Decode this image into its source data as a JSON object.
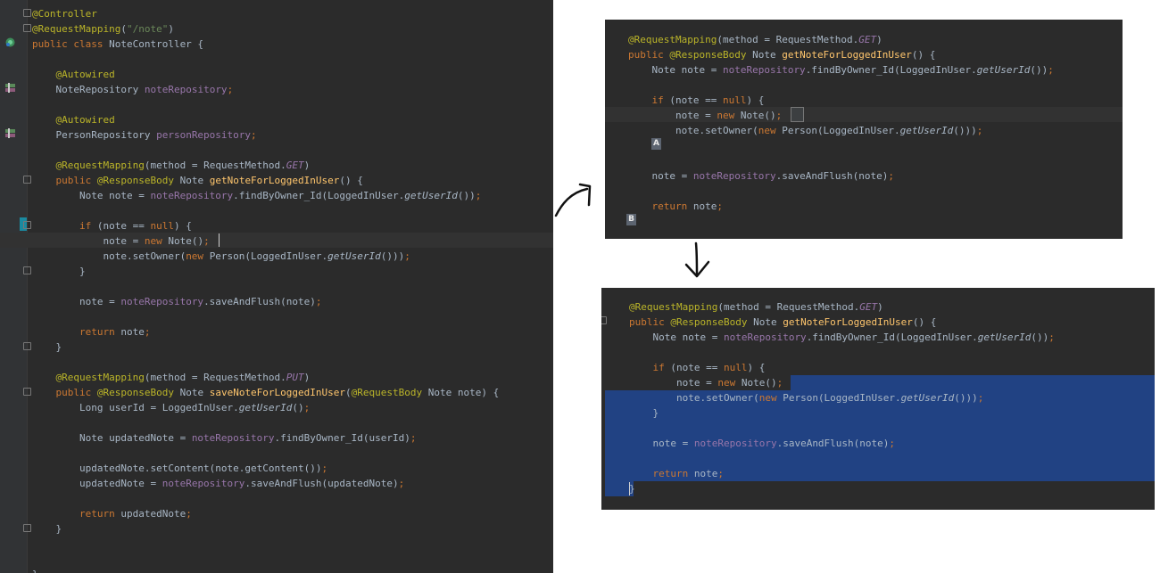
{
  "editor": {
    "lines": [
      [
        [
          "an",
          "@Controller"
        ]
      ],
      [
        [
          "an",
          "@RequestMapping"
        ],
        [
          "pl",
          "("
        ],
        [
          "st",
          "\"/note\""
        ],
        [
          "pl",
          ")"
        ]
      ],
      [
        [
          "kw",
          "public class "
        ],
        [
          "pl",
          "NoteController {"
        ]
      ],
      [],
      [
        [
          "an",
          "    @Autowired"
        ]
      ],
      [
        [
          "pl",
          "    NoteRepository "
        ],
        [
          "fd",
          "noteRepository"
        ],
        [
          "kw",
          ";"
        ]
      ],
      [],
      [
        [
          "an",
          "    @Autowired"
        ]
      ],
      [
        [
          "pl",
          "    PersonRepository "
        ],
        [
          "fd",
          "personRepository"
        ],
        [
          "kw",
          ";"
        ]
      ],
      [],
      [
        [
          "an",
          "    @RequestMapping"
        ],
        [
          "pl",
          "(method = RequestMethod."
        ],
        [
          "fdi",
          "GET"
        ],
        [
          "pl",
          ")"
        ]
      ],
      [
        [
          "kw",
          "    public "
        ],
        [
          "an",
          "@ResponseBody "
        ],
        [
          "pl",
          "Note "
        ],
        [
          "mi",
          "getNoteForLoggedInUser"
        ],
        [
          "pl",
          "() {"
        ]
      ],
      [
        [
          "pl",
          "        Note note = "
        ],
        [
          "fd",
          "noteRepository"
        ],
        [
          "pl",
          ".findByOwner_Id(LoggedInUser."
        ],
        [
          "it",
          "getUserId"
        ],
        [
          "pl",
          "())"
        ],
        [
          "kw",
          ";"
        ]
      ],
      [],
      [
        [
          "kw",
          "        if "
        ],
        [
          "pl",
          "(note == "
        ],
        [
          "kw",
          "null"
        ],
        [
          "pl",
          ") {"
        ]
      ],
      [
        [
          "pl",
          "            note = "
        ],
        [
          "kw",
          "new "
        ],
        [
          "pl",
          "Note()"
        ],
        [
          "kw",
          ";"
        ]
      ],
      [
        [
          "pl",
          "            note.setOwner("
        ],
        [
          "kw",
          "new "
        ],
        [
          "pl",
          "Person(LoggedInUser."
        ],
        [
          "it",
          "getUserId"
        ],
        [
          "pl",
          "()))"
        ],
        [
          "kw",
          ";"
        ]
      ],
      [
        [
          "pl",
          "        }"
        ]
      ],
      [],
      [
        [
          "pl",
          "        note = "
        ],
        [
          "fd",
          "noteRepository"
        ],
        [
          "pl",
          ".saveAndFlush(note)"
        ],
        [
          "kw",
          ";"
        ]
      ],
      [],
      [
        [
          "kw",
          "        return "
        ],
        [
          "pl",
          "note"
        ],
        [
          "kw",
          ";"
        ]
      ],
      [
        [
          "pl",
          "    }"
        ]
      ],
      [],
      [
        [
          "an",
          "    @RequestMapping"
        ],
        [
          "pl",
          "(method = RequestMethod."
        ],
        [
          "fdi",
          "PUT"
        ],
        [
          "pl",
          ")"
        ]
      ],
      [
        [
          "kw",
          "    public "
        ],
        [
          "an",
          "@ResponseBody "
        ],
        [
          "pl",
          "Note "
        ],
        [
          "mi",
          "saveNoteForLoggedInUser"
        ],
        [
          "pl",
          "("
        ],
        [
          "an",
          "@RequestBody "
        ],
        [
          "pl",
          "Note note) {"
        ]
      ],
      [
        [
          "pl",
          "        Long userId = LoggedInUser."
        ],
        [
          "it",
          "getUserId"
        ],
        [
          "pl",
          "()"
        ],
        [
          "kw",
          ";"
        ]
      ],
      [],
      [
        [
          "pl",
          "        Note updatedNote = "
        ],
        [
          "fd",
          "noteRepository"
        ],
        [
          "pl",
          ".findByOwner_Id(userId)"
        ],
        [
          "kw",
          ";"
        ]
      ],
      [],
      [
        [
          "pl",
          "        updatedNote.setContent(note.getContent())"
        ],
        [
          "kw",
          ";"
        ]
      ],
      [
        [
          "pl",
          "        updatedNote = "
        ],
        [
          "fd",
          "noteRepository"
        ],
        [
          "pl",
          ".saveAndFlush(updatedNote)"
        ],
        [
          "kw",
          ";"
        ]
      ],
      [],
      [
        [
          "kw",
          "        return "
        ],
        [
          "pl",
          "updatedNote"
        ],
        [
          "kw",
          ";"
        ]
      ],
      [
        [
          "pl",
          "    }"
        ]
      ],
      [],
      [],
      [
        [
          "pl",
          "}"
        ]
      ]
    ]
  },
  "snippet_top": {
    "lines": [
      [
        [
          "an",
          "@RequestMapping"
        ],
        [
          "pl",
          "(method = RequestMethod."
        ],
        [
          "fdi",
          "GET"
        ],
        [
          "pl",
          ")"
        ]
      ],
      [
        [
          "kw",
          "public "
        ],
        [
          "an",
          "@ResponseBody "
        ],
        [
          "pl",
          "Note "
        ],
        [
          "mi",
          "getNoteForLoggedInUser"
        ],
        [
          "pl",
          "() {"
        ]
      ],
      [
        [
          "pl",
          "    Note note = "
        ],
        [
          "fd",
          "noteRepository"
        ],
        [
          "pl",
          ".findByOwner_Id(LoggedInUser."
        ],
        [
          "it",
          "getUserId"
        ],
        [
          "pl",
          "())"
        ],
        [
          "kw",
          ";"
        ]
      ],
      [],
      [
        [
          "kw",
          "    if "
        ],
        [
          "pl",
          "(note == "
        ],
        [
          "kw",
          "null"
        ],
        [
          "pl",
          ") {"
        ]
      ],
      [
        [
          "pl",
          "        note = "
        ],
        [
          "kw",
          "new "
        ],
        [
          "pl",
          "Note()"
        ],
        [
          "kw",
          ";"
        ]
      ],
      [
        [
          "pl",
          "        note.setOwner("
        ],
        [
          "kw",
          "new "
        ],
        [
          "pl",
          "Person(LoggedInUser."
        ],
        [
          "it",
          "getUserId"
        ],
        [
          "pl",
          "()))"
        ],
        [
          "kw",
          ";"
        ]
      ],
      [],
      [],
      [
        [
          "pl",
          "    note = "
        ],
        [
          "fd",
          "noteRepository"
        ],
        [
          "pl",
          ".saveAndFlush(note)"
        ],
        [
          "kw",
          ";"
        ]
      ],
      [],
      [
        [
          "kw",
          "    return "
        ],
        [
          "pl",
          "note"
        ],
        [
          "kw",
          ";"
        ]
      ]
    ],
    "marker_a": "A",
    "marker_b": "B"
  },
  "snippet_bottom": {
    "lines": [
      [
        [
          "an",
          "@RequestMapping"
        ],
        [
          "pl",
          "(method = RequestMethod."
        ],
        [
          "fdi",
          "GET"
        ],
        [
          "pl",
          ")"
        ]
      ],
      [
        [
          "kw",
          "public "
        ],
        [
          "an",
          "@ResponseBody "
        ],
        [
          "pl",
          "Note "
        ],
        [
          "mi",
          "getNoteForLoggedInUser"
        ],
        [
          "pl",
          "() {"
        ]
      ],
      [
        [
          "pl",
          "    Note note = "
        ],
        [
          "fd",
          "noteRepository"
        ],
        [
          "pl",
          ".findByOwner_Id(LoggedInUser."
        ],
        [
          "it",
          "getUserId"
        ],
        [
          "pl",
          "())"
        ],
        [
          "kw",
          ";"
        ]
      ],
      [],
      [
        [
          "kw",
          "    if "
        ],
        [
          "pl",
          "(note == "
        ],
        [
          "kw",
          "null"
        ],
        [
          "pl",
          ") {"
        ]
      ],
      [
        [
          "pl",
          "        note = "
        ],
        [
          "kw",
          "new "
        ],
        [
          "pl",
          "Note()"
        ],
        [
          "kw",
          ";"
        ]
      ],
      [
        [
          "pl",
          "        note.setOwner("
        ],
        [
          "kw",
          "new "
        ],
        [
          "pl",
          "Person(LoggedInUser."
        ],
        [
          "it",
          "getUserId"
        ],
        [
          "pl",
          "()))"
        ],
        [
          "kw",
          ";"
        ]
      ],
      [
        [
          "pl",
          "    }"
        ]
      ],
      [],
      [
        [
          "pl",
          "    note = "
        ],
        [
          "fd",
          "noteRepository"
        ],
        [
          "pl",
          ".saveAndFlush(note)"
        ],
        [
          "kw",
          ";"
        ]
      ],
      [],
      [
        [
          "kw",
          "    return "
        ],
        [
          "pl",
          "note"
        ],
        [
          "kw",
          ";"
        ]
      ],
      [
        [
          "pl",
          "}"
        ]
      ]
    ]
  },
  "arrows": [
    "curved-arrow-right",
    "arrow-down"
  ],
  "colors": {
    "background": "#2b2b2b",
    "keyword": "#cc7832",
    "annotation": "#bbb529",
    "string": "#6a8759",
    "field": "#9876aa",
    "method": "#ffc66d",
    "text": "#a9b7c6",
    "selection": "#214283"
  }
}
